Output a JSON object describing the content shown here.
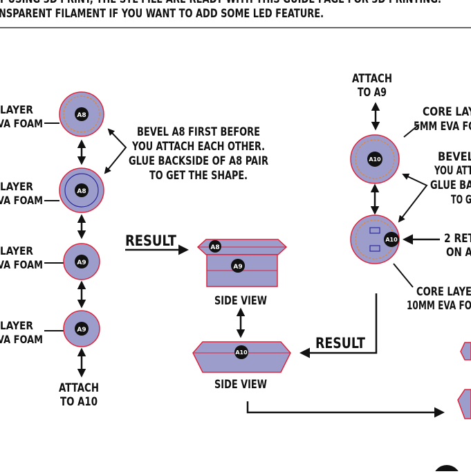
{
  "header": {
    "line1": "T USING 3D PRINT, THE STL FILE ARE READY WITH THIS GUIDE PAGE FOR 3D PRINTING.",
    "line2": "NSPARENT FILAMENT IF YOU WANT TO ADD SOME LED FEATURE."
  },
  "left_column": {
    "layers": [
      {
        "label1": "LAYER",
        "label2": "VA FOAM",
        "badge": "A8"
      },
      {
        "label1": "LAYER",
        "label2": "VA FOAM",
        "badge": "A8"
      },
      {
        "label1": "LAYER",
        "label2": "VA FOAM",
        "badge": "A9"
      },
      {
        "label1": "LAYER",
        "label2": "VA FOAM",
        "badge": "A9"
      }
    ],
    "attach1": "ATTACH",
    "attach2": "TO A10"
  },
  "bevel_note": {
    "lines": [
      "BEVEL A8 FIRST BEFORE",
      "YOU ATTACH EACH OTHER.",
      "GLUE BACKSIDE OF A8 PAIR",
      "TO GET THE SHAPE."
    ]
  },
  "middle": {
    "result": "RESULT",
    "badge_top": "A8",
    "badge_bottom": "A9",
    "side_view_1": "SIDE VIEW",
    "badge_a10": "A10",
    "side_view_2": "SIDE VIEW"
  },
  "right_column": {
    "attach1": "ATTACH",
    "attach2": "TO A9",
    "core_top_1": "CORE LAY",
    "core_top_2": "5MM EVA FO",
    "badge_1": "A10",
    "badge_2": "A10",
    "bevel_1": "BEVEL",
    "bevel_2": "YOU ATT",
    "bevel_3": "GLUE BA",
    "bevel_4": "TO G",
    "ret_1": "2 RET",
    "ret_2": "ON A",
    "core_bottom_1": "CORE LAYE",
    "core_bottom_2": "10MM EVA FO",
    "result": "RESULT"
  },
  "colors": {
    "fill": "#9d9dcc",
    "border": "#e0233a",
    "dash": "#e7832b",
    "badge": "#111111",
    "line": "#111111"
  }
}
